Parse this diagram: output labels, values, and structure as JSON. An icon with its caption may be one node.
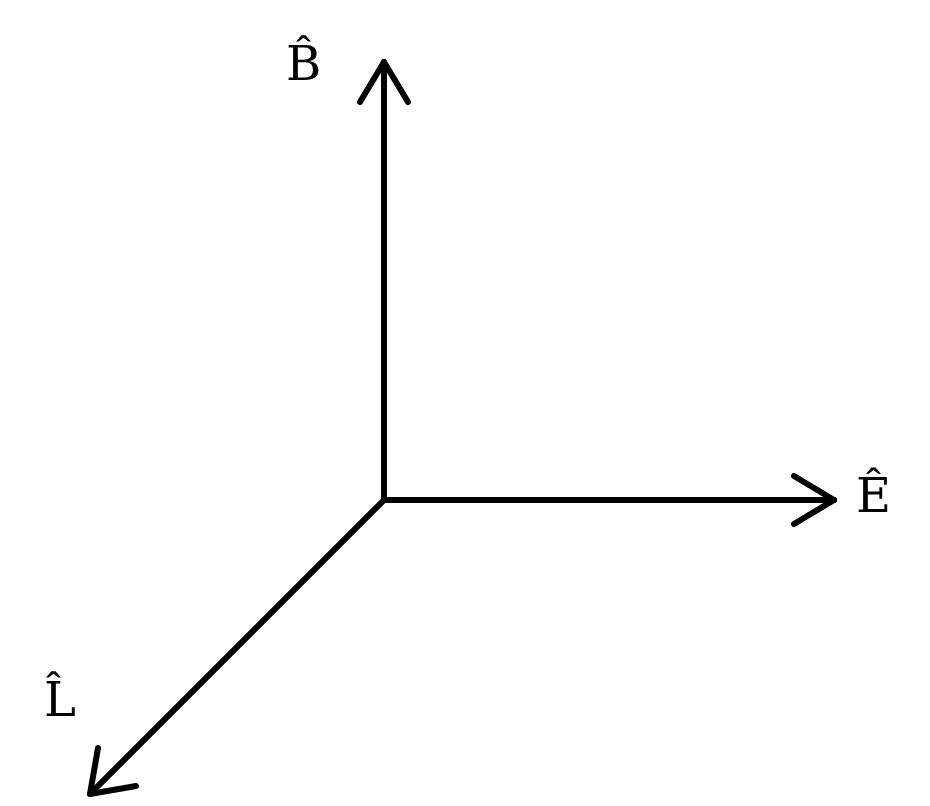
{
  "diagram": {
    "labels": [
      "B̂",
      "Ê",
      "L̂"
    ]
  }
}
